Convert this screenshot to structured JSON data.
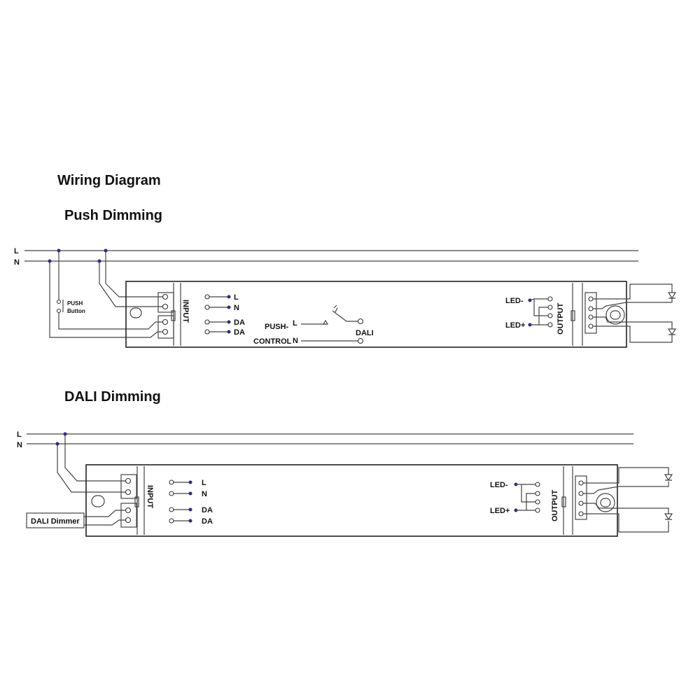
{
  "title": "Wiring Diagram",
  "sections": [
    {
      "heading": "Push Dimming",
      "mains": {
        "line": "L",
        "neutral": "N"
      },
      "push_button": {
        "line1": "PUSH",
        "line2": "Button"
      },
      "input_label": "INPUT",
      "output_label": "OUTPUT",
      "terminals": [
        "L",
        "N",
        "DA",
        "DA"
      ],
      "push_control": {
        "label1": "PUSH-",
        "label2": "CONTROL",
        "l": "L",
        "n": "N",
        "dali": "DALI"
      },
      "led": {
        "minus": "LED-",
        "plus": "LED+"
      }
    },
    {
      "heading": "DALI Dimming",
      "mains": {
        "line": "L",
        "neutral": "N"
      },
      "dimmer": "DALI Dimmer",
      "input_label": "INPUT",
      "output_label": "OUTPUT",
      "terminals": [
        "L",
        "N",
        "DA",
        "DA"
      ],
      "led": {
        "minus": "LED-",
        "plus": "LED+"
      }
    }
  ],
  "colors": {
    "junction": "#2b2a8a",
    "line": "#444444"
  }
}
